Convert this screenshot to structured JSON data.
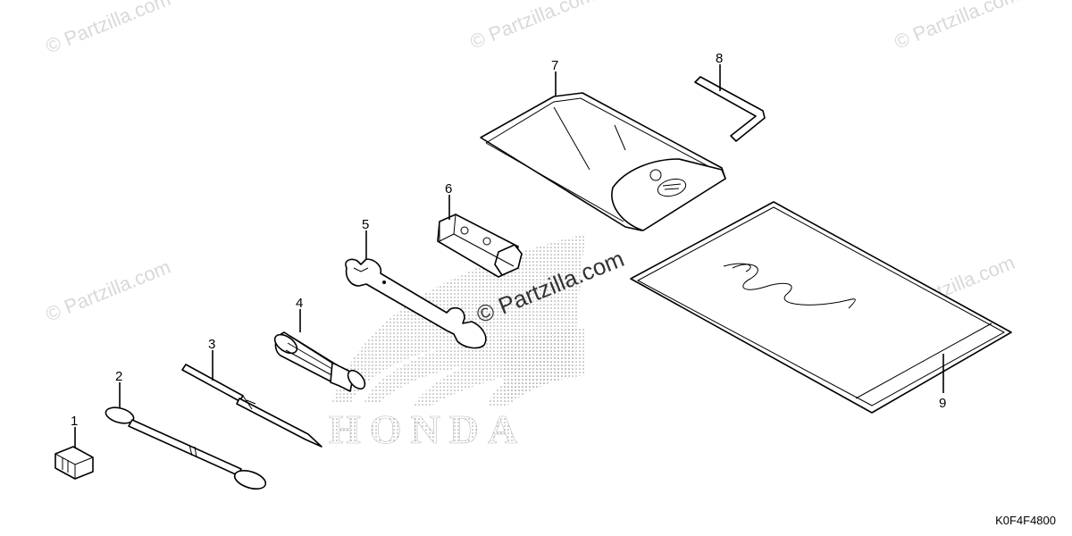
{
  "watermarks": {
    "text": "© Partzilla.com"
  },
  "center_watermark": "© Partzilla.com",
  "brand_logo": "HONDA",
  "callouts": [
    "1",
    "2",
    "3",
    "4",
    "5",
    "6",
    "7",
    "8",
    "9"
  ],
  "diagram_code": "K0F4F4800"
}
